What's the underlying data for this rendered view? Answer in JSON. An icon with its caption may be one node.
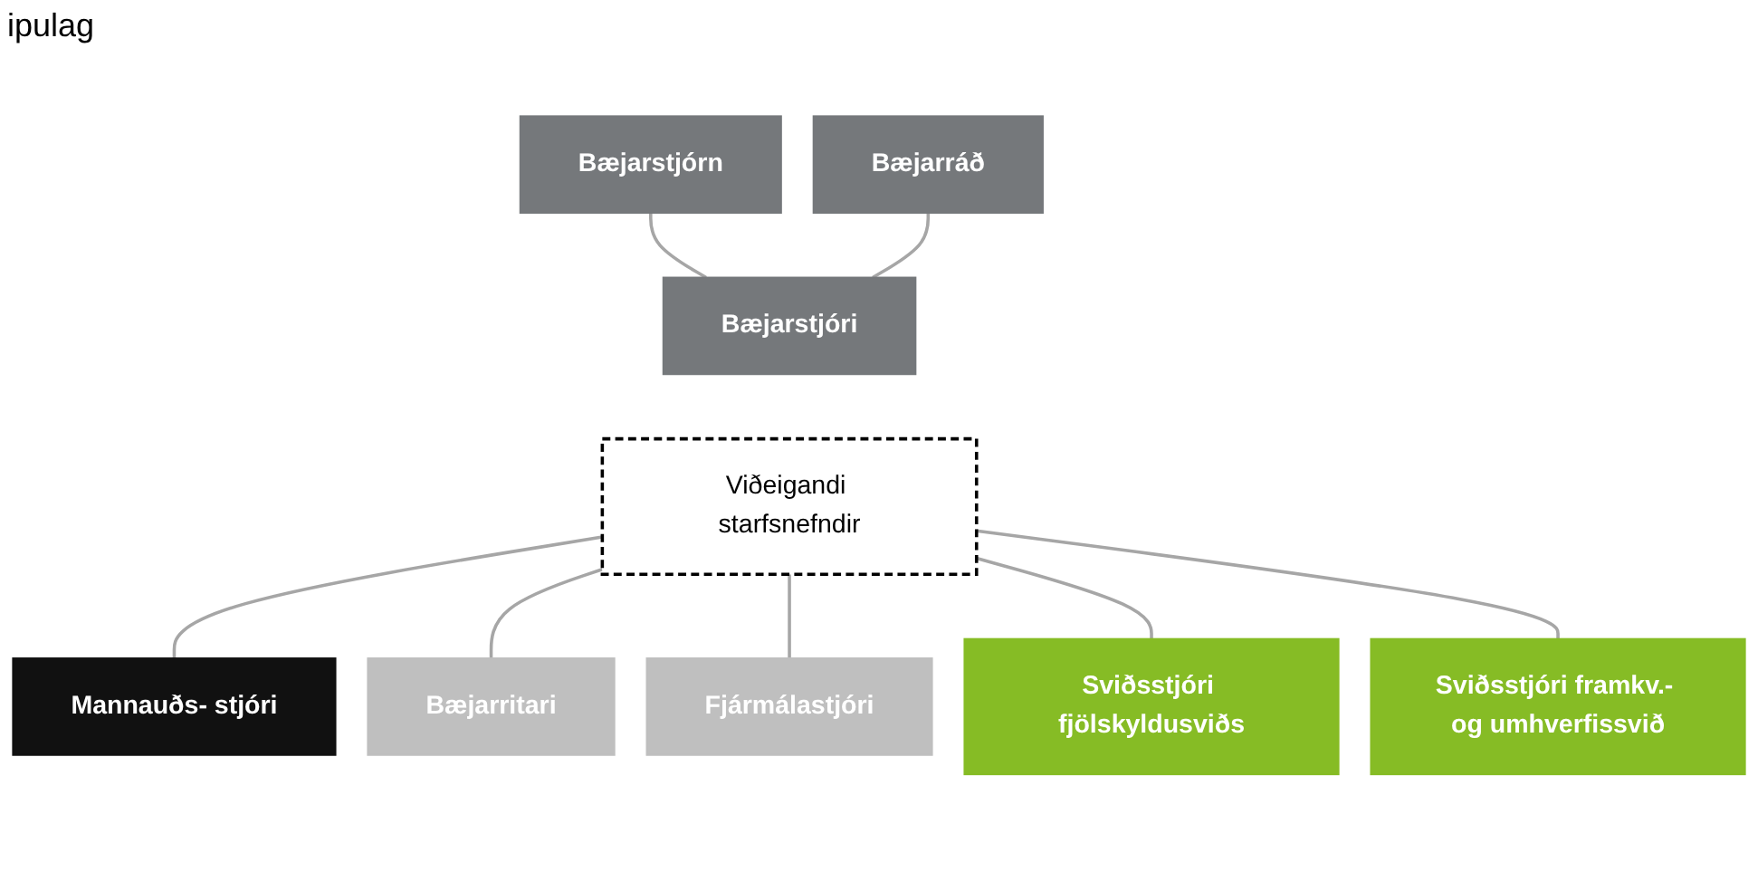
{
  "diagram": {
    "nodes": [
      {
        "text": [
          "Bæjarstjórn"
        ]
      },
      {
        "text": [
          "Bæjarráð"
        ]
      },
      {
        "text": [
          "Bæjarstjóri"
        ]
      },
      {
        "text": [
          "Viðeigandi starfsnefndir"
        ]
      },
      {
        "text": [
          "Mannauðs- stjóri"
        ]
      },
      {
        "text": [
          "Bæjarritari"
        ]
      },
      {
        "text": [
          "Fjármálastjóri"
        ]
      },
      {
        "text": [
          "Sviðsstjóri fjölskyldusviðs"
        ]
      },
      {
        "text": [
          "Sviðsstjóri framkv.- og umhverfissvið"
        ]
      }
    ],
    "edges": [
      {
        "from": 0,
        "to": 2,
        "arrow": "none"
      },
      {
        "from": 1,
        "to": 2,
        "arrow": "none"
      },
      {
        "from": 3,
        "to": 4,
        "arrow": "none"
      },
      {
        "from": 3,
        "to": 5,
        "arrow": "none"
      },
      {
        "from": 3,
        "to": 6,
        "arrow": "none"
      },
      {
        "from": 3,
        "to": 7,
        "arrow": "none"
      },
      {
        "from": 3,
        "to": 8,
        "arrow": "none"
      }
    ],
    "labels": [
      "ipulag"
    ]
  }
}
